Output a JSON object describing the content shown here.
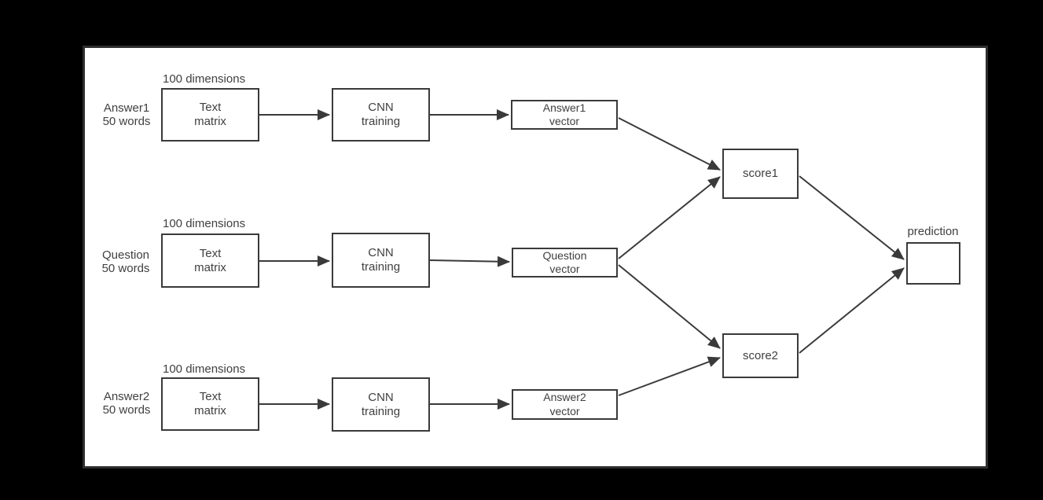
{
  "colors": {
    "page_background": "#000000",
    "panel_background": "#ffffff",
    "panel_border": "#2e2e2e",
    "box_border": "#3a3a3a",
    "arrow": "#3a3a3a",
    "text": "#404040"
  },
  "pipelines": [
    {
      "id": "answer1",
      "input_label": "Answer1\n50 words",
      "dimensions_label": "100 dimensions",
      "matrix_box_label": "Text\nmatrix",
      "cnn_box_label": "CNN\ntraining",
      "vector_box_label": "Answer1\nvector"
    },
    {
      "id": "question",
      "input_label": "Question\n50 words",
      "dimensions_label": "100 dimensions",
      "matrix_box_label": "Text\nmatrix",
      "cnn_box_label": "CNN\ntraining",
      "vector_box_label": "Question\nvector"
    },
    {
      "id": "answer2",
      "input_label": "Answer2\n50 words",
      "dimensions_label": "100 dimensions",
      "matrix_box_label": "Text\nmatrix",
      "cnn_box_label": "CNN\ntraining",
      "vector_box_label": "Answer2\nvector"
    }
  ],
  "outputs": {
    "score1_label": "score1",
    "score2_label": "score2",
    "prediction_label": "prediction"
  }
}
